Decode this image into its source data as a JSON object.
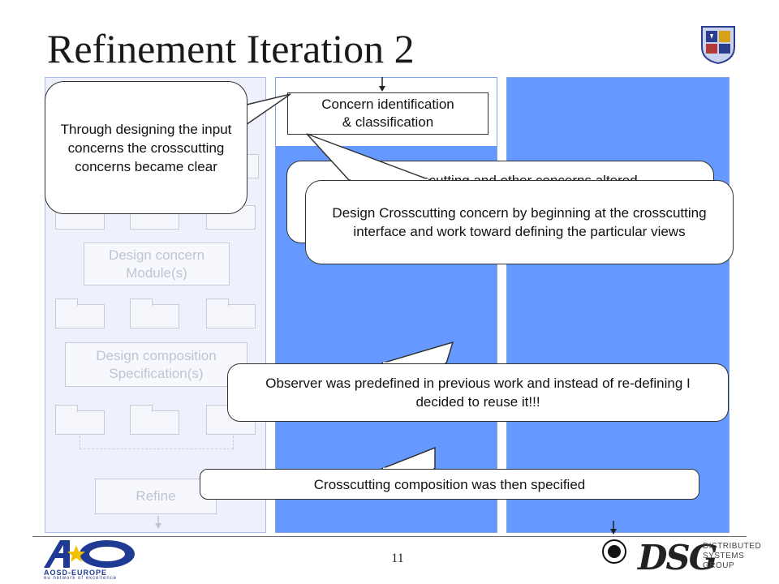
{
  "slide": {
    "title": "Refinement Iteration 2",
    "page_number": "11"
  },
  "left_panel": {
    "design_concern_modules": "Design concern\nModule(s)",
    "design_composition_spec": "Design composition\nSpecification(s)",
    "refine": "Refine"
  },
  "middle_panel": {
    "concern_identification": "Concern identification\n& classification",
    "hidden_box_text": "New crosscutting and other concerns altered"
  },
  "callouts": {
    "input_concerns": "Through designing the input concerns the crosscutting concerns became clear",
    "design_crosscutting": "Design Crosscutting concern by beginning at the crosscutting interface and work toward defining the particular views",
    "observer": "Observer was predefined in previous work and instead of re-defining I decided to reuse it!!!",
    "composition": "Crosscutting composition was then specified"
  },
  "logos": {
    "aosd_name": "AOSD-EUROPE",
    "aosd_tagline": "eu network of excellence",
    "dsg_mark": "DSG",
    "dsg_line1": "DISTRIBUTED",
    "dsg_line2": "SYSTEMS",
    "dsg_line3": "GROUP"
  },
  "colors": {
    "panel_blue": "#6699ff",
    "aosd_blue": "#1f3a93",
    "aosd_star": "#f2c200"
  }
}
